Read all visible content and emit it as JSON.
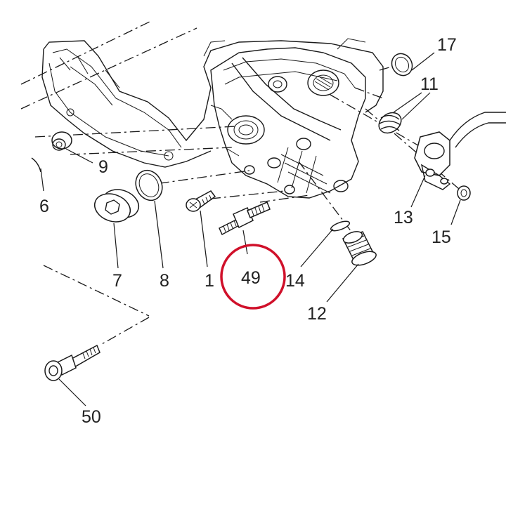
{
  "diagram": {
    "callouts": [
      {
        "id": "c17",
        "label": "17"
      },
      {
        "id": "c11",
        "label": "11"
      },
      {
        "id": "c9",
        "label": "9"
      },
      {
        "id": "c6",
        "label": "6"
      },
      {
        "id": "c7",
        "label": "7"
      },
      {
        "id": "c8",
        "label": "8"
      },
      {
        "id": "c1",
        "label": "1"
      },
      {
        "id": "c49",
        "label": "49"
      },
      {
        "id": "c14",
        "label": "14"
      },
      {
        "id": "c13",
        "label": "13"
      },
      {
        "id": "c15",
        "label": "15"
      },
      {
        "id": "c12",
        "label": "12"
      },
      {
        "id": "c50",
        "label": "50"
      }
    ],
    "highlighted_part": "49",
    "highlight_color": "#d0102a",
    "line_color": "#1a1a1a"
  }
}
